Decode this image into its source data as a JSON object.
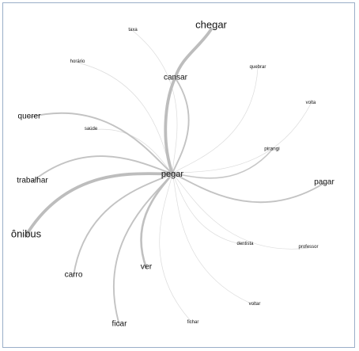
{
  "graph": {
    "center": {
      "id": "pegar",
      "label": "pegar"
    },
    "nodes": [
      {
        "id": "chegar",
        "label": "chegar",
        "weight": 5
      },
      {
        "id": "cansar",
        "label": "cansar",
        "weight": 3
      },
      {
        "id": "taxa",
        "label": "taxa",
        "weight": 1
      },
      {
        "id": "horario",
        "label": "horário",
        "weight": 1
      },
      {
        "id": "quebrar",
        "label": "quebrar",
        "weight": 1
      },
      {
        "id": "volta",
        "label": "volta",
        "weight": 1
      },
      {
        "id": "querer",
        "label": "querer",
        "weight": 3
      },
      {
        "id": "saude",
        "label": "saúde",
        "weight": 1
      },
      {
        "id": "pirangi",
        "label": "pirangi",
        "weight": 2
      },
      {
        "id": "trabalhar",
        "label": "trabalhar",
        "weight": 3
      },
      {
        "id": "pagar",
        "label": "pagar",
        "weight": 3
      },
      {
        "id": "onibus",
        "label": "ônibus",
        "weight": 5
      },
      {
        "id": "dentista",
        "label": "dentista",
        "weight": 1
      },
      {
        "id": "professor",
        "label": "professor",
        "weight": 1
      },
      {
        "id": "carro",
        "label": "carro",
        "weight": 3
      },
      {
        "id": "ver",
        "label": "ver",
        "weight": 4
      },
      {
        "id": "voltar",
        "label": "voltar",
        "weight": 1
      },
      {
        "id": "ficar",
        "label": "ficar",
        "weight": 3
      },
      {
        "id": "fichar",
        "label": "fichar",
        "weight": 1
      }
    ],
    "edges": [
      {
        "from": "pegar",
        "to": "chegar",
        "via": "cansar",
        "weight": 5
      },
      {
        "from": "pegar",
        "to": "cansar",
        "weight": 3
      },
      {
        "from": "pegar",
        "to": "taxa",
        "weight": 1
      },
      {
        "from": "pegar",
        "to": "horario",
        "weight": 1
      },
      {
        "from": "pegar",
        "to": "quebrar",
        "weight": 1
      },
      {
        "from": "pegar",
        "to": "volta",
        "weight": 1
      },
      {
        "from": "pegar",
        "to": "querer",
        "weight": 3
      },
      {
        "from": "pegar",
        "to": "saude",
        "weight": 1
      },
      {
        "from": "pegar",
        "to": "pirangi",
        "weight": 2
      },
      {
        "from": "pegar",
        "to": "trabalhar",
        "weight": 3
      },
      {
        "from": "pegar",
        "to": "pagar",
        "weight": 3
      },
      {
        "from": "pegar",
        "to": "onibus",
        "weight": 5
      },
      {
        "from": "pegar",
        "to": "dentista",
        "weight": 1
      },
      {
        "from": "pegar",
        "to": "professor",
        "weight": 1
      },
      {
        "from": "pegar",
        "to": "carro",
        "weight": 3
      },
      {
        "from": "pegar",
        "to": "ver",
        "weight": 4
      },
      {
        "from": "pegar",
        "to": "voltar",
        "weight": 1
      },
      {
        "from": "pegar",
        "to": "ficar",
        "weight": 3
      },
      {
        "from": "pegar",
        "to": "fichar",
        "weight": 1
      }
    ]
  },
  "colors": {
    "edge": "#bdbdbd",
    "text": "#111111",
    "border": "#9aaec8"
  }
}
